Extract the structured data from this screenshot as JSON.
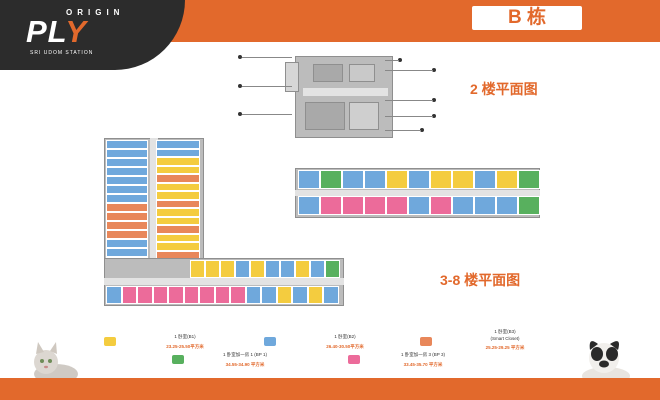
{
  "brand": {
    "line1": "ORIGIN",
    "line2_part1": "PL",
    "line2_part2": "Y",
    "line3": "SRI UDOM STATION"
  },
  "building_title": "B 栋",
  "floor_labels": {
    "floor2": "2 楼平面图",
    "floor3to8": "3-8 楼平面图"
  },
  "legend": [
    {
      "label": "1 卧室(B1)",
      "area": "23.25-25.50平方米",
      "color": "#f4cc3f"
    },
    {
      "label": "1 卧室(B2)",
      "area": "26.40-30.50平方米",
      "color": "#6fa8dc"
    },
    {
      "label": "1 卧室(B3)",
      "label_sub": "(Smart Closet)",
      "area": "25.25-29.25 平方米",
      "color": "#e8875a"
    },
    {
      "label": "1 卧室加一房 1 (BP 1)",
      "area": "34.55-34.90 平方米",
      "color": "#58b05e"
    },
    {
      "label": "1 卧室加一房 3 (BP 3)",
      "area": "33.45-35.70 平方米",
      "color": "#ec6b9a"
    }
  ],
  "colors": {
    "accent": "#e2692c",
    "dark": "#2c2c2c",
    "unit_grey": "#bcbcbc"
  }
}
